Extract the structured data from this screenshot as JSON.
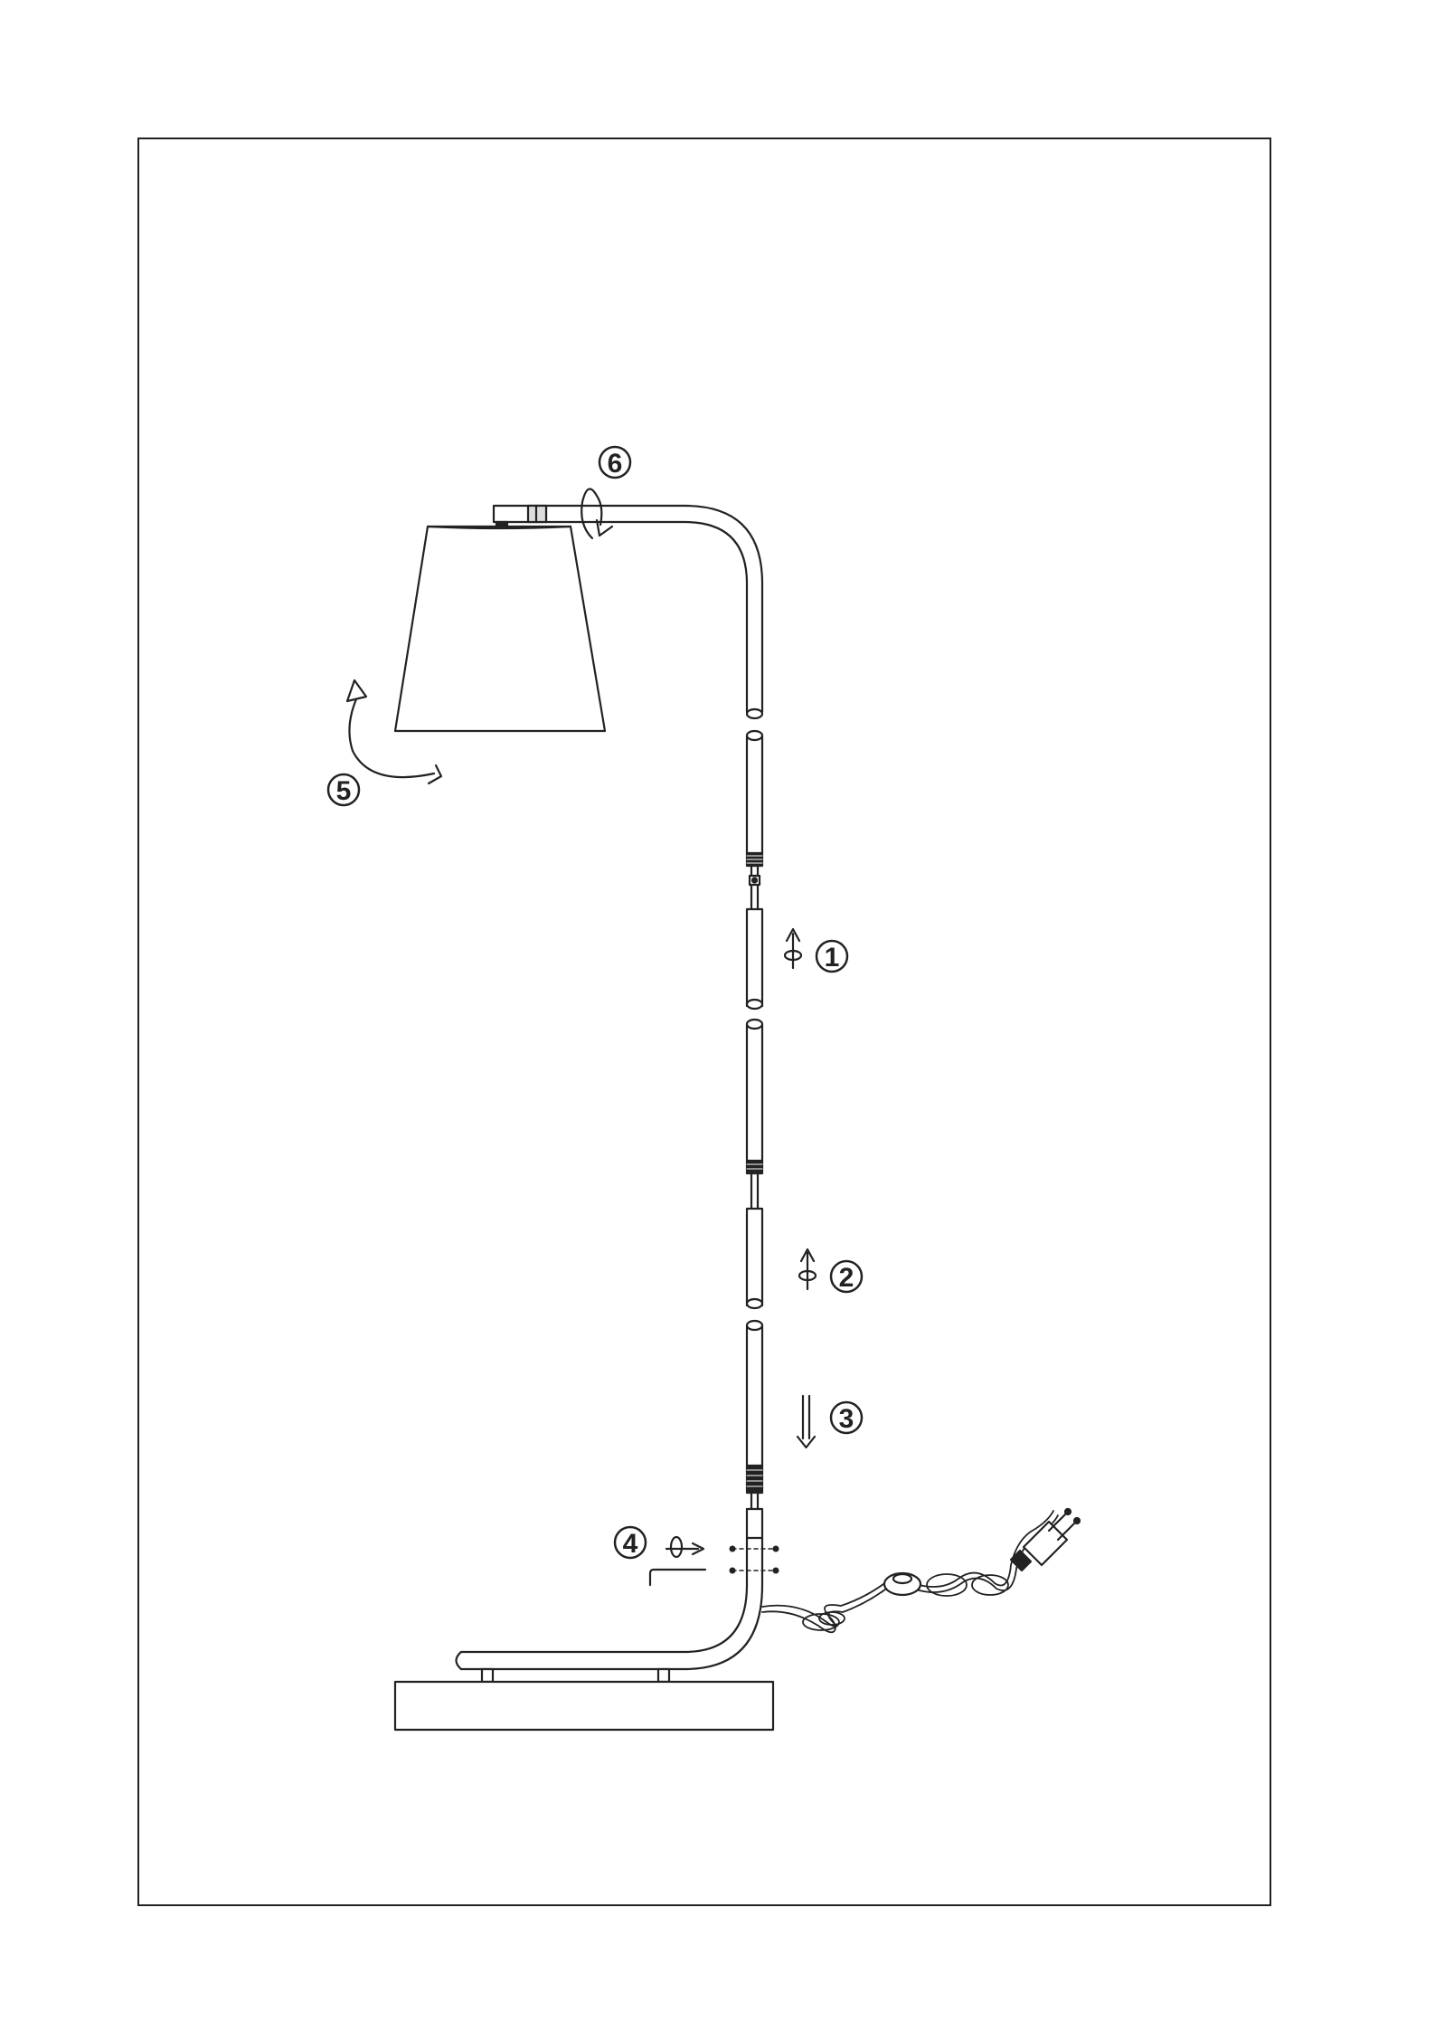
{
  "diagram": {
    "steps": [
      {
        "id": "step-1",
        "label": "1"
      },
      {
        "id": "step-2",
        "label": "2"
      },
      {
        "id": "step-3",
        "label": "3"
      },
      {
        "id": "step-4",
        "label": "4"
      },
      {
        "id": "step-5",
        "label": "5"
      },
      {
        "id": "step-6",
        "label": "6"
      }
    ]
  },
  "colors": {
    "line": "#222222",
    "background": "#ffffff"
  }
}
